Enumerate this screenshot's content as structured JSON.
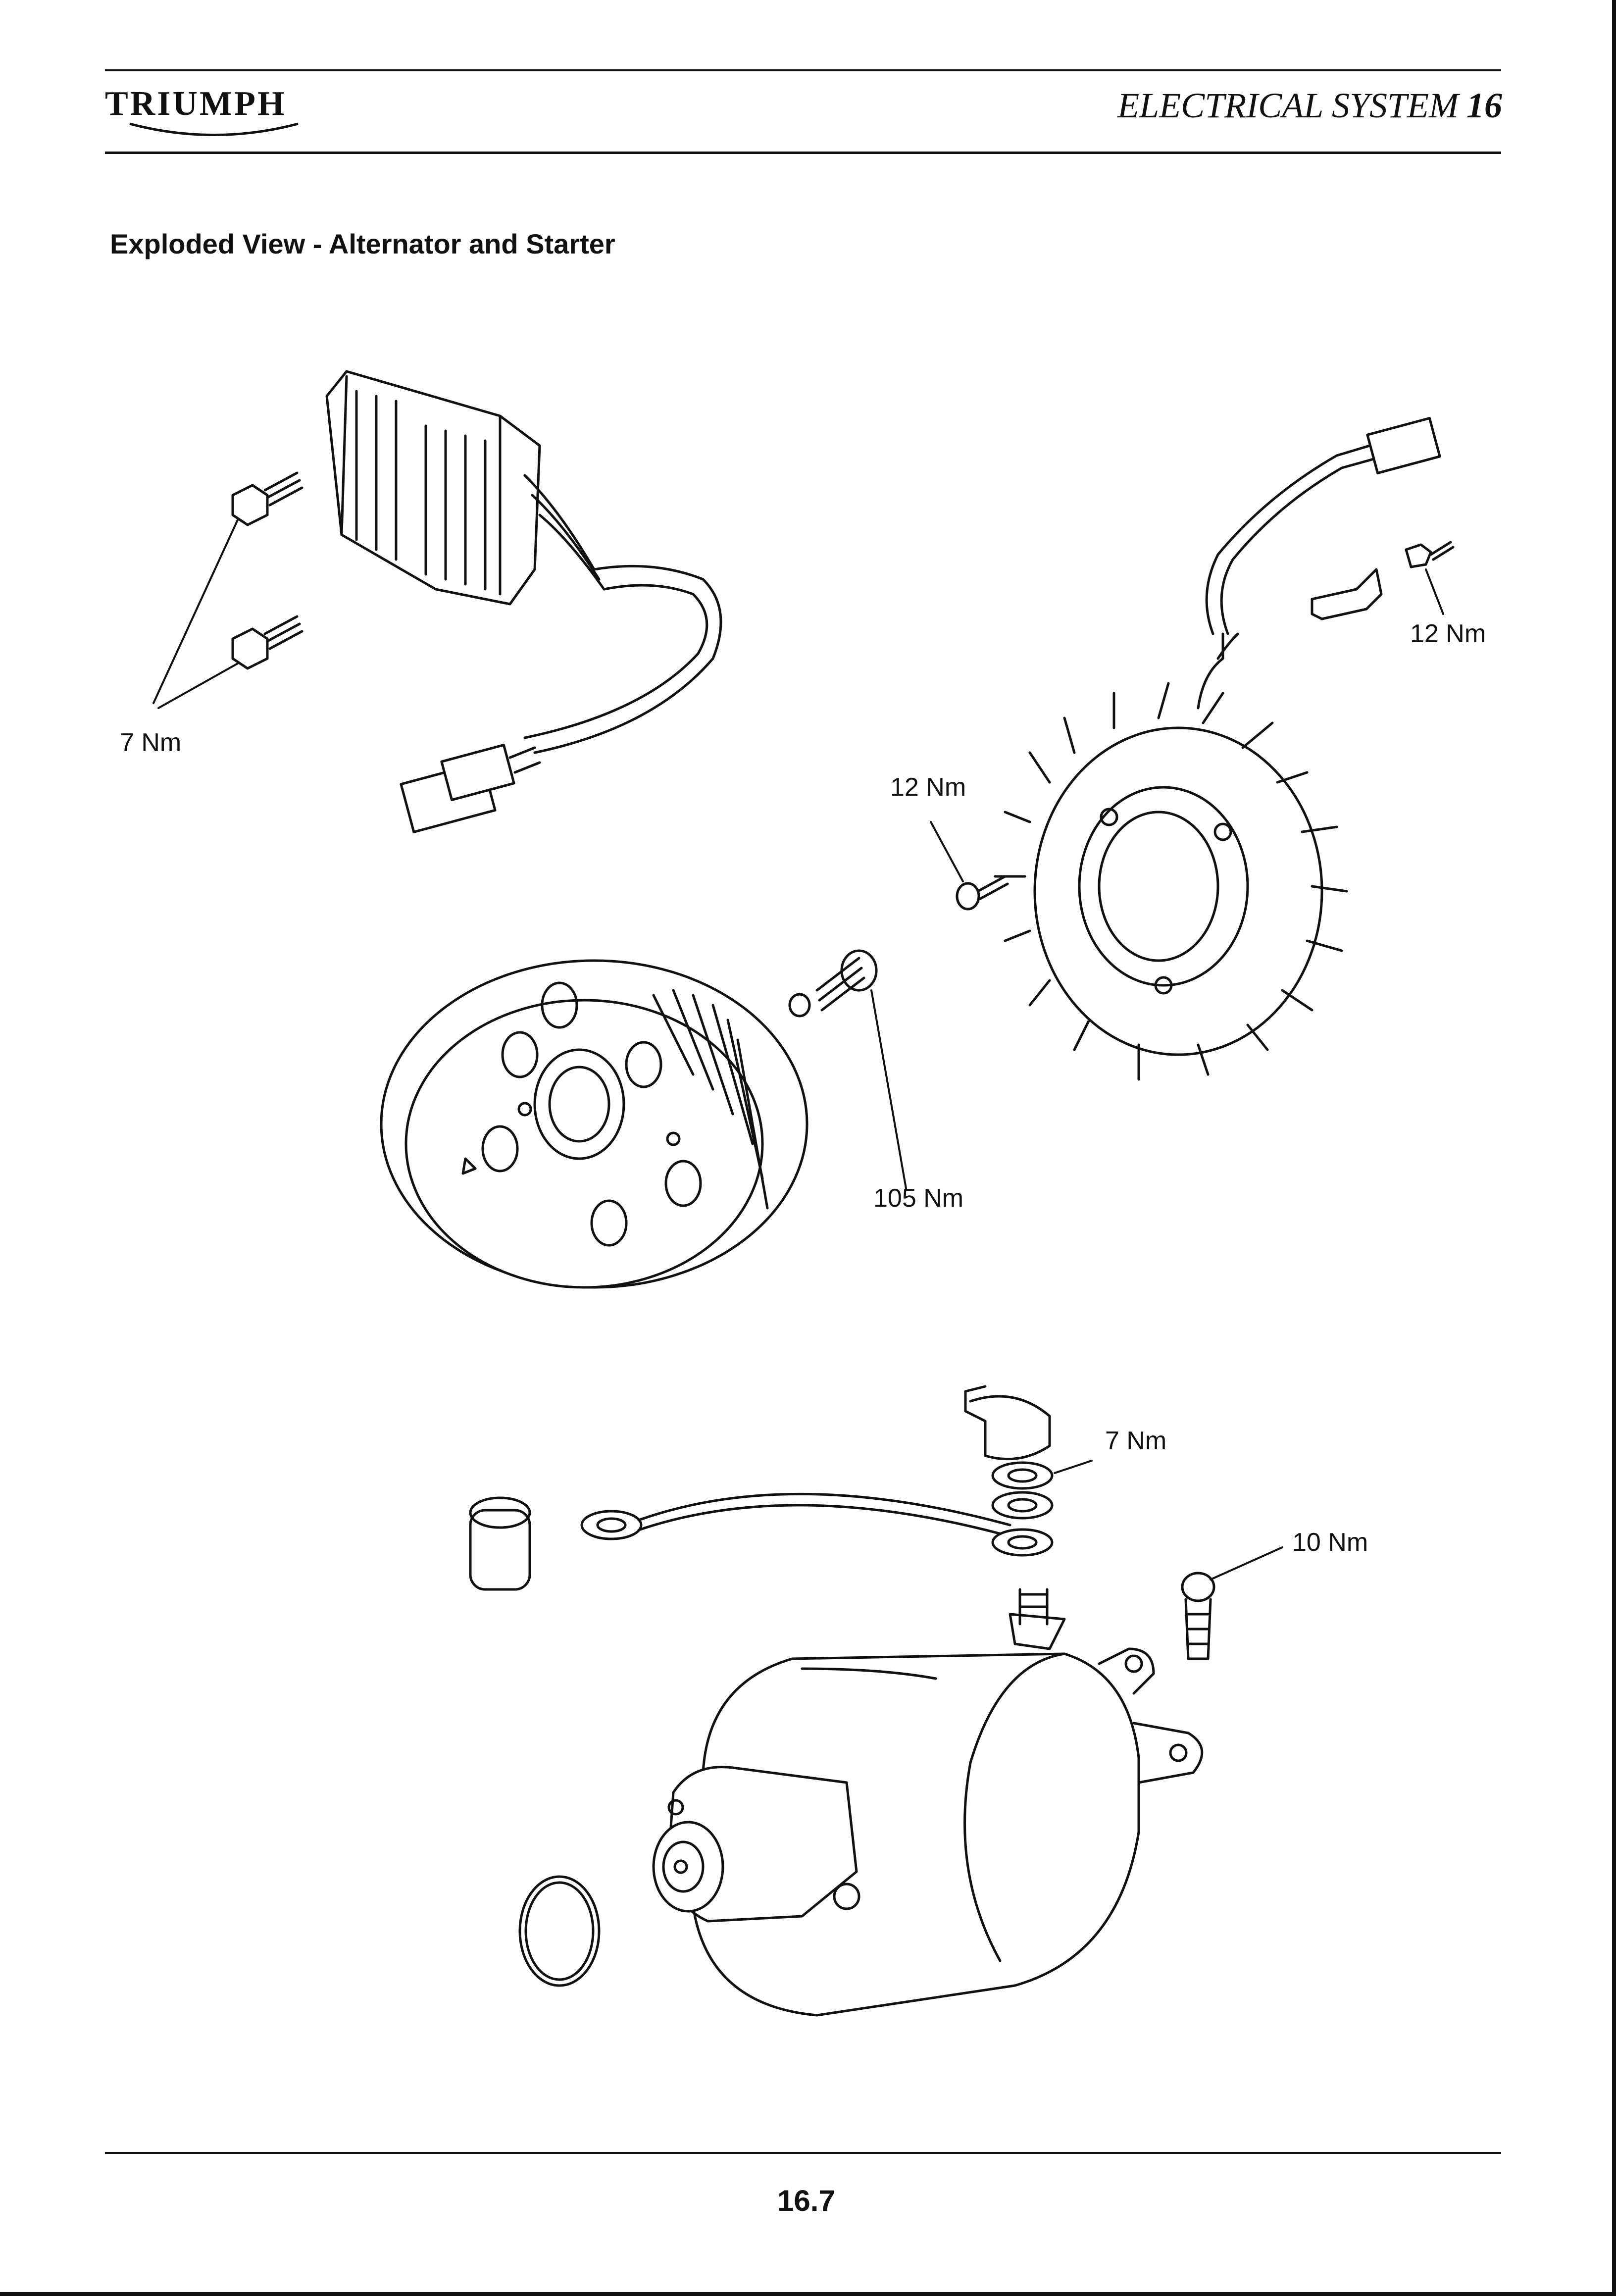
{
  "header": {
    "brand": "TRIUMPH",
    "section_title": "ELECTRICAL SYSTEM",
    "section_number": "16"
  },
  "heading": "Exploded View - Alternator and Starter",
  "torque_labels": {
    "regulator_bolts": "7 Nm",
    "stator_bracket": "12 Nm",
    "stator_screw": "12 Nm",
    "rotor_bolt": "105 Nm",
    "starter_terminal_nut": "7 Nm",
    "starter_mount_bolt": "10 Nm"
  },
  "footer": {
    "page_number": "16.7"
  }
}
